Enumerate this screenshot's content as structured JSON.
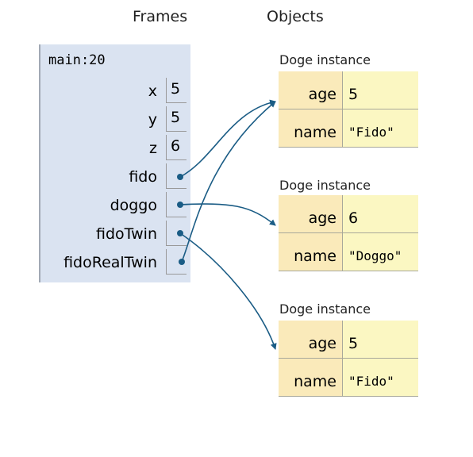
{
  "headers": {
    "frames": "Frames",
    "objects": "Objects"
  },
  "frame": {
    "name": "main:20",
    "vars": [
      {
        "name": "x",
        "value": "5"
      },
      {
        "name": "y",
        "value": "5"
      },
      {
        "name": "z",
        "value": "6"
      },
      {
        "name": "fido",
        "value": ""
      },
      {
        "name": "doggo",
        "value": ""
      },
      {
        "name": "fidoTwin",
        "value": ""
      },
      {
        "name": "fidoRealTwin",
        "value": ""
      }
    ]
  },
  "objects": [
    {
      "title": "Doge instance",
      "fields": [
        {
          "key": "age",
          "value": "5"
        },
        {
          "key": "name",
          "value": "\"Fido\""
        }
      ]
    },
    {
      "title": "Doge instance",
      "fields": [
        {
          "key": "age",
          "value": "6"
        },
        {
          "key": "name",
          "value": "\"Doggo\""
        }
      ]
    },
    {
      "title": "Doge instance",
      "fields": [
        {
          "key": "age",
          "value": "5"
        },
        {
          "key": "name",
          "value": "\"Fido\""
        }
      ]
    }
  ],
  "pointers": [
    {
      "from": "fido",
      "to": 0
    },
    {
      "from": "doggo",
      "to": 1
    },
    {
      "from": "fidoTwin",
      "to": 2
    },
    {
      "from": "fidoRealTwin",
      "to": 0
    }
  ],
  "colors": {
    "frame_bg": "#dae3f1",
    "key_bg": "#faeaba",
    "value_bg": "#fbf7c2",
    "arrow": "#1a5c85"
  }
}
